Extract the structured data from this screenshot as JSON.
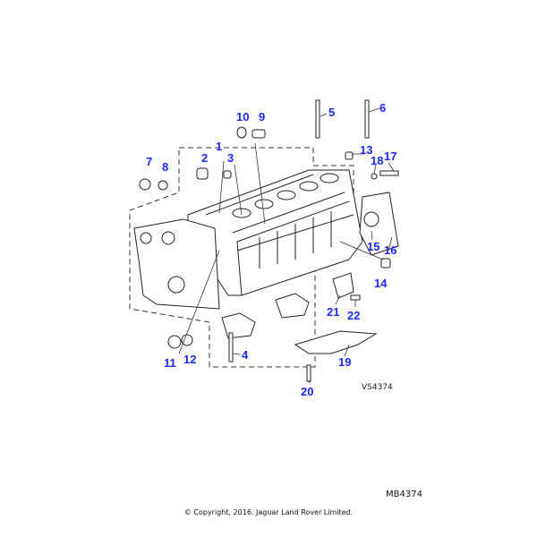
{
  "diagram": {
    "callouts": {
      "c1": "1",
      "c2": "2",
      "c3": "3",
      "c4": "4",
      "c5": "5",
      "c6": "6",
      "c7": "7",
      "c8": "8",
      "c9": "9",
      "c10": "10",
      "c11": "11",
      "c12": "12",
      "c13": "13",
      "c14": "14",
      "c15": "15",
      "c16": "16",
      "c17": "17",
      "c18": "18",
      "c19": "19",
      "c20": "20",
      "c21": "21",
      "c22": "22"
    },
    "drawing_code": "VS4374",
    "callout_color": "#1a2bff"
  },
  "footer": {
    "reference": "MB4374",
    "copyright": "© Copyright, 2016. Jaguar Land Rover Limited."
  }
}
